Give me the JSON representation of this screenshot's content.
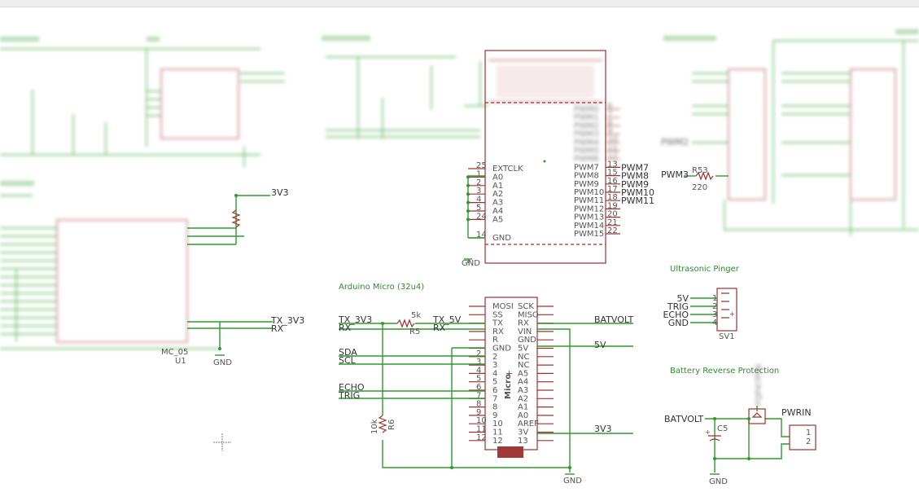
{
  "sections": {
    "arduino_title": "Arduino Micro (32u4)",
    "ultrasonic_title": "Ultrasonic Pinger",
    "battery_title": "Battery Reverse Protection"
  },
  "arduino": {
    "left_labels": [
      "MOSI",
      "SS",
      "TX",
      "RX",
      "R",
      "GND",
      "2",
      "3",
      "4",
      "5",
      "6",
      "7",
      "8",
      "9",
      "10",
      "11",
      "12"
    ],
    "right_labels": [
      "SCK",
      "MISO",
      "RX",
      "VIN",
      "GND",
      "5V",
      "NC",
      "NC",
      "A5",
      "A4",
      "A3",
      "A2",
      "A1",
      "A0",
      "AREF",
      "3V",
      "13"
    ],
    "left_pins": [
      "",
      "",
      "",
      "",
      "",
      "",
      "2",
      "3",
      "4",
      "5",
      "6",
      "7",
      "8",
      "9",
      "10",
      "11",
      "12"
    ],
    "chip_name": "Micro",
    "nets_left": [
      "TX_3V3",
      "RX",
      "SDA",
      "SCL",
      "ECHO",
      "TRIG"
    ],
    "nets_right": [
      "BATVOLT",
      "5V",
      "3V3"
    ],
    "mid_nets": [
      "TX_5V",
      "RX"
    ],
    "r5_value": "5k",
    "r5_name": "R5",
    "r6_value": "10k",
    "r6_name": "R6",
    "gnd_label": "GND"
  },
  "ultrasonic": {
    "pins": [
      "5V",
      "TRIG",
      "ECHO",
      "GND"
    ],
    "numbers": [
      "1",
      "2",
      "3",
      "4"
    ],
    "name": "SV1"
  },
  "battery": {
    "net": "BATVOLT",
    "cap": "C5",
    "header": "PWRIN",
    "header_pins": [
      "1",
      "2"
    ],
    "gnd_label": "GND"
  },
  "pwm_driver": {
    "upper_labels": [
      "PWM0",
      "PWM1",
      "PWM2",
      "PWM3",
      "PWM4",
      "PWM5",
      "PWM6",
      "PWM7",
      "PWM8",
      "PWM9",
      "PWM10",
      "PWM11",
      "PWM12",
      "PWM13",
      "PWM14",
      "PWM15"
    ],
    "left_labels": [
      "EXTCLK",
      "A0",
      "A1",
      "A2",
      "A3",
      "A4",
      "A5",
      "GND"
    ],
    "left_nums": [
      "25",
      "1",
      "2",
      "3",
      "4",
      "5",
      "24",
      "14"
    ],
    "right_nums": [
      "6",
      "7",
      "8",
      "9",
      "10",
      "11",
      "12",
      "13",
      "15",
      "16",
      "17",
      "18",
      "19",
      "20",
      "21",
      "22"
    ],
    "sharp_nets": [
      "PWM7",
      "PWM8",
      "PWM9",
      "PWM10",
      "PWM11"
    ],
    "gnd_label": "GND"
  },
  "servo_header": {
    "nets": [
      "PWM2",
      "PWM3"
    ],
    "resistor_name": "R53",
    "resistor_value": "220"
  },
  "left_module": {
    "nets": [
      "TX_3V3",
      "RX"
    ],
    "part_name": "U1",
    "part_ref": "MC_05",
    "vcc": "3V3"
  }
}
